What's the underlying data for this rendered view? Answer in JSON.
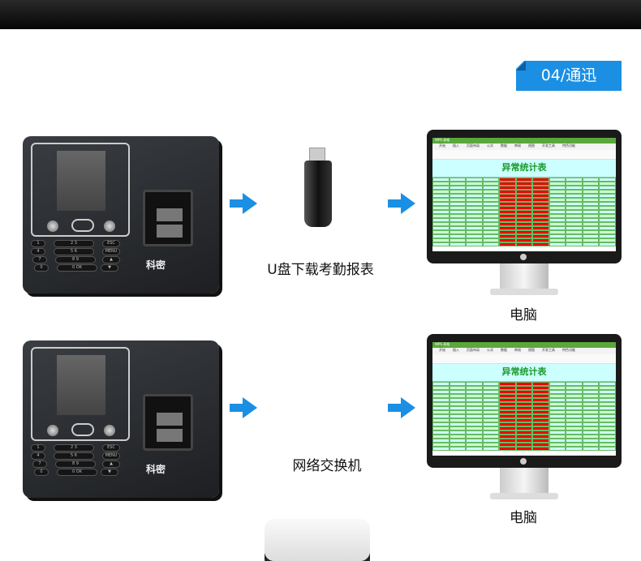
{
  "badge": "04/通迅",
  "rows": [
    {
      "mid_label": "U盘下载考勤报表",
      "pc_label": "电脑"
    },
    {
      "mid_label": "网络交换机",
      "pc_label": "电脑"
    }
  ],
  "device": {
    "logo": "科密",
    "keys": [
      "1",
      "2",
      "3",
      "ESC",
      "4",
      "5",
      "6",
      "MENU",
      "7",
      "8",
      "9",
      "▲",
      "0",
      "0",
      "OK",
      "▼"
    ]
  },
  "spreadsheet": {
    "app": "WPS 表格",
    "menu": [
      "开始",
      "插入",
      "页面布局",
      "公式",
      "数据",
      "审阅",
      "视图",
      "开发工具",
      "特色功能"
    ],
    "title": "异常统计表"
  },
  "colors": {
    "accent": "#1b8fe3",
    "late": "#e00000"
  }
}
